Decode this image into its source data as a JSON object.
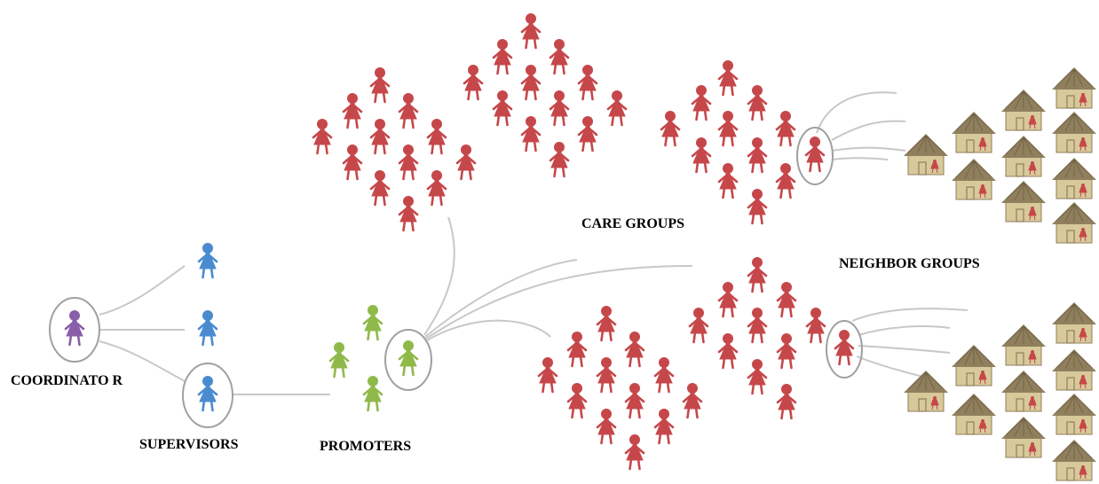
{
  "labels": {
    "coordinator": "COORDINATO R",
    "supervisors": "SUPERVISORS",
    "promoters": "PROMOTERS",
    "care_groups": "CARE GROUPS",
    "neighbor_groups": "NEIGHBOR GROUPS"
  },
  "colors": {
    "coordinator": "#8a5ea8",
    "supervisor": "#4a8bd0",
    "promoter": "#8fba4a",
    "volunteer": "#c6474a",
    "connector": "#c8c8c8",
    "house_roof": "#8f7f5d",
    "house_wall": "#d8c99b"
  },
  "icons": [
    "person-icon",
    "house-icon"
  ]
}
